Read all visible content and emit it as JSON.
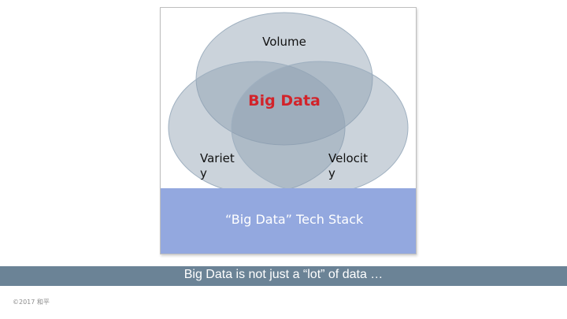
{
  "venn": {
    "top_circle_label": "Volume",
    "center_label": "Big Data",
    "left_circle_label_line1": "Variet",
    "left_circle_label_line2": "y",
    "right_circle_label_line1": "Velocit",
    "right_circle_label_line2": "y"
  },
  "stack": {
    "label": "“Big Data” Tech Stack"
  },
  "caption": {
    "text": "Big Data is not just a “lot” of data …"
  },
  "footer": {
    "text": "©2017 和平"
  },
  "colors": {
    "circle_fill": "#8c9eb0",
    "center_text": "#d2232a",
    "stack_band": "#93a8df",
    "caption_bar": "#6b8396"
  }
}
